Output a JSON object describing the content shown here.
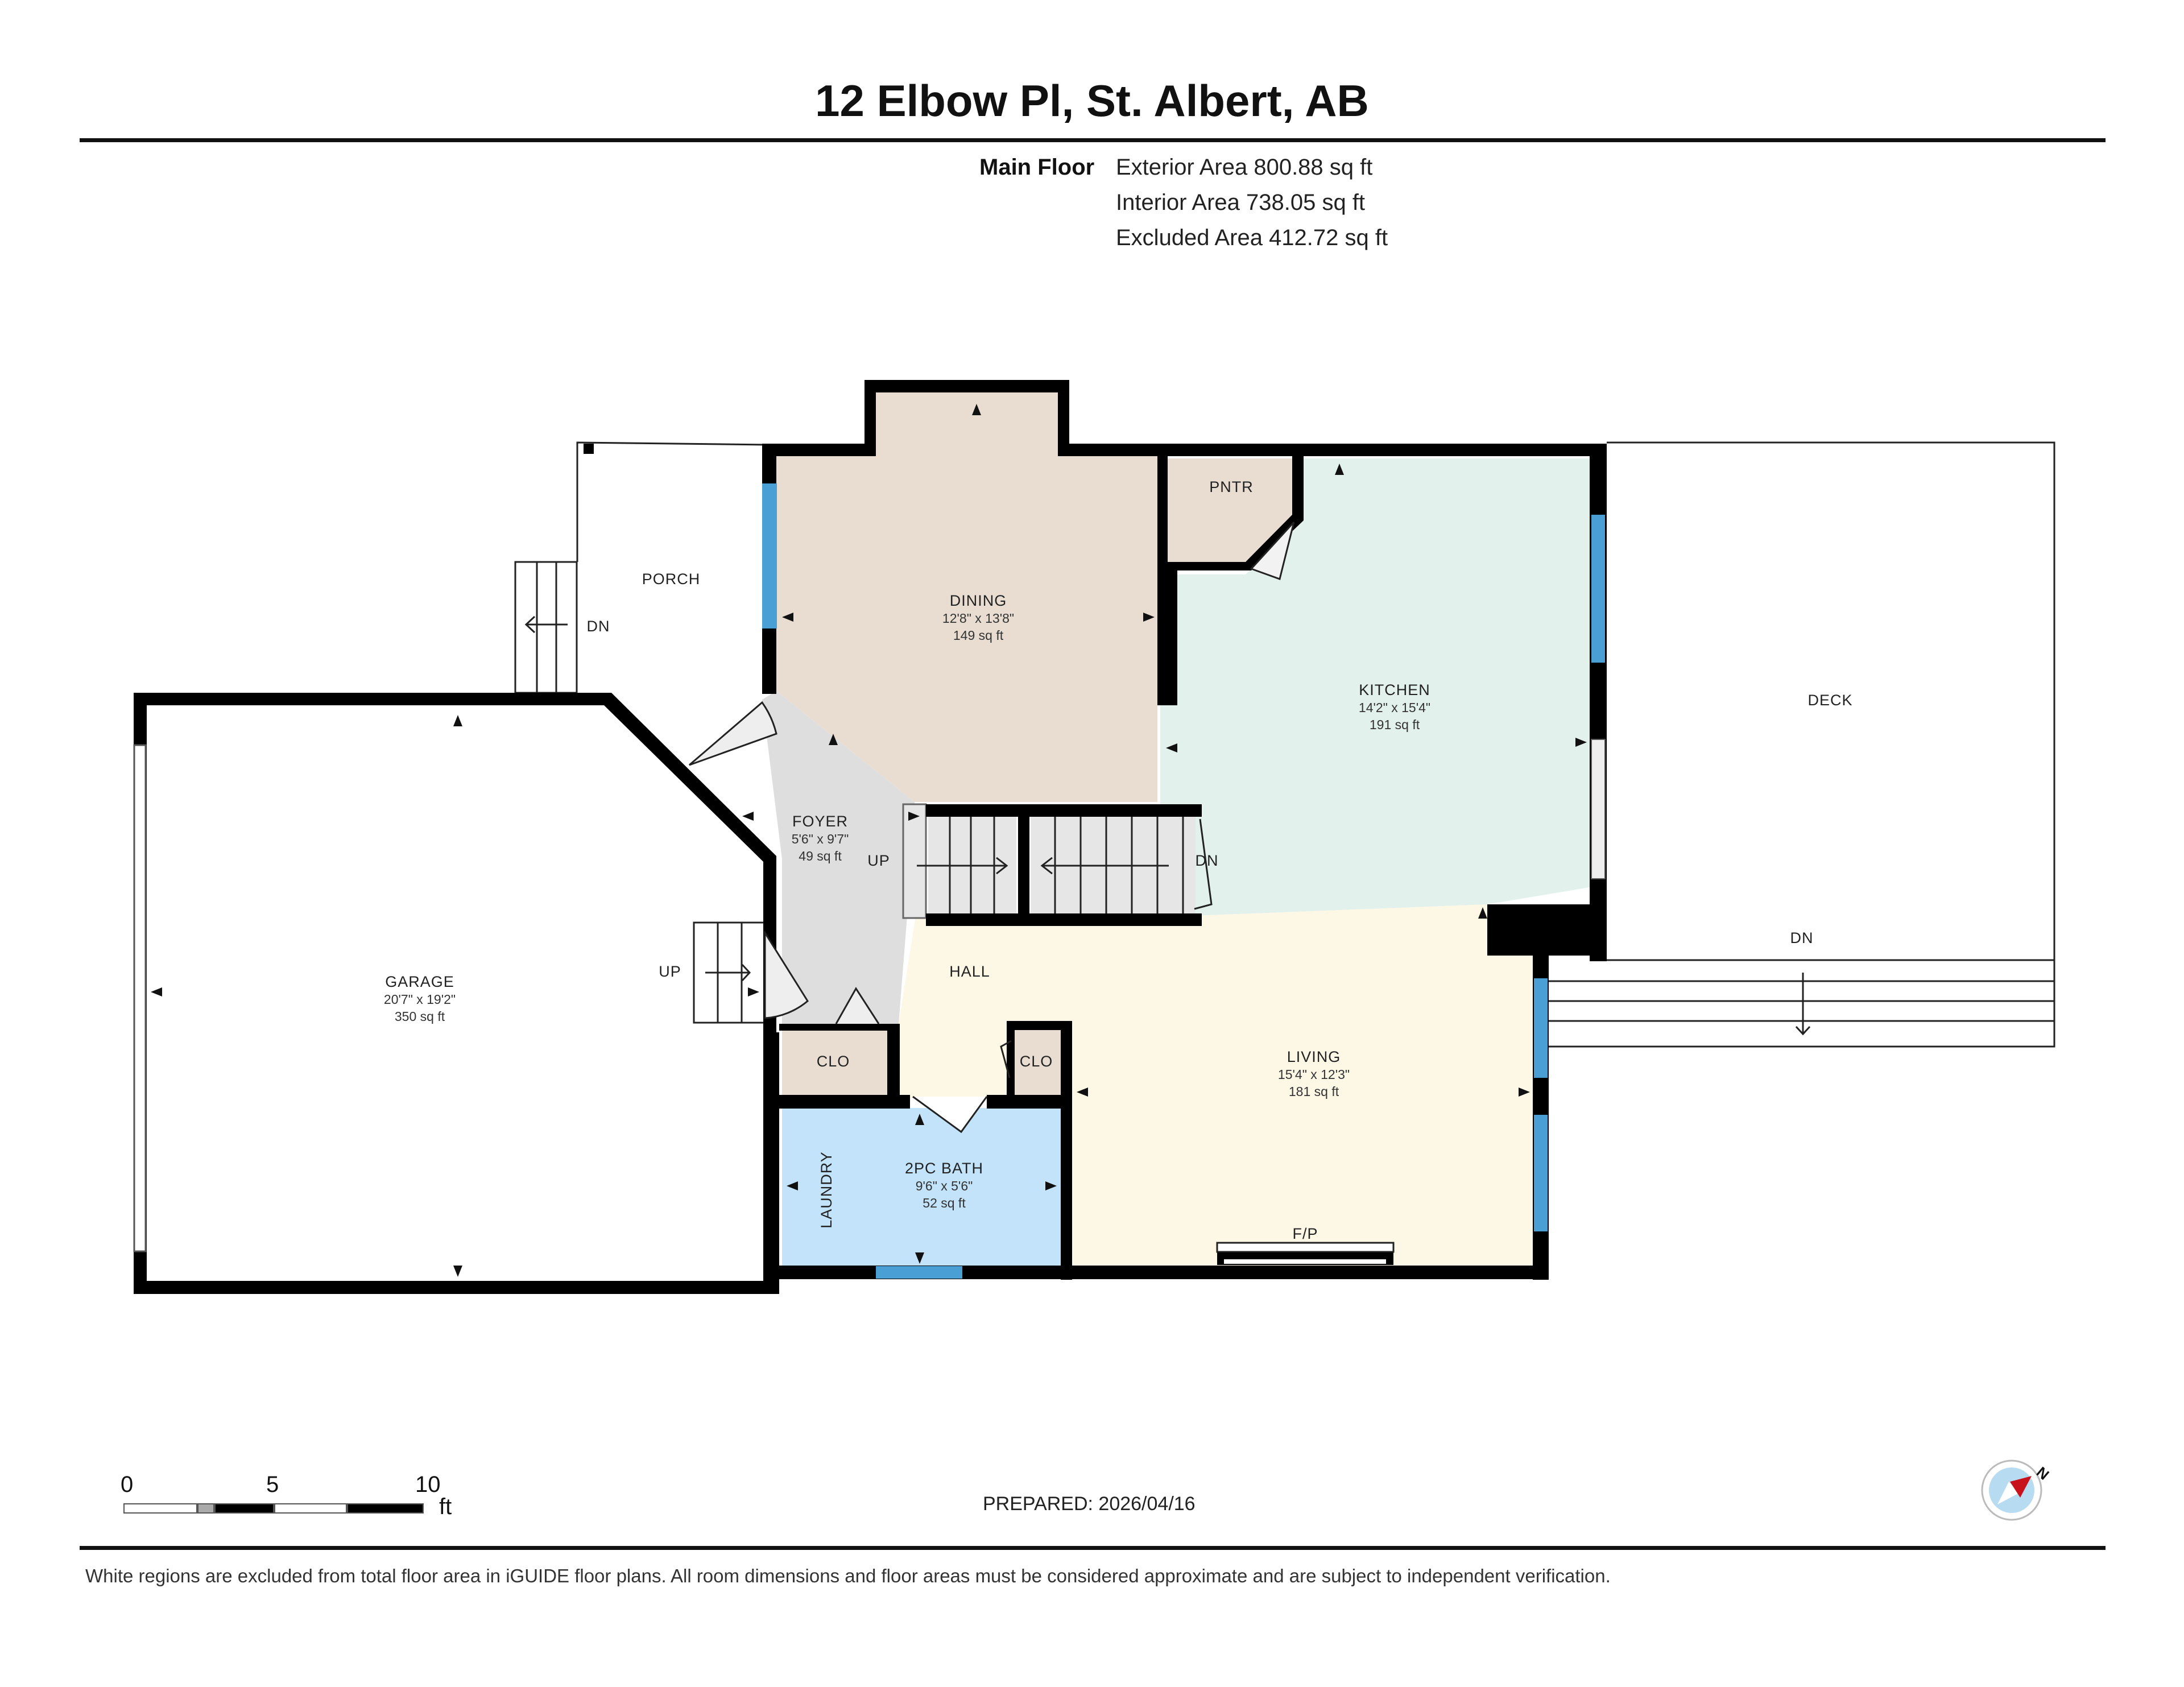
{
  "header": {
    "title": "12 Elbow Pl, St. Albert, AB"
  },
  "summary": {
    "floor_label": "Main Floor",
    "areas": [
      {
        "label": "Exterior Area",
        "value": "800.88",
        "unit": "sq ft",
        "text": "Exterior Area 800.88 sq ft"
      },
      {
        "label": "Interior Area",
        "value": "738.05",
        "unit": "sq ft",
        "text": "Interior Area 738.05 sq ft"
      },
      {
        "label": "Excluded Area",
        "value": "412.72",
        "unit": "sq ft",
        "text": "Excluded Area 412.72 sq ft"
      }
    ]
  },
  "rooms": {
    "porch": {
      "name": "PORCH"
    },
    "dining": {
      "name": "DINING",
      "dims": "12'8\" x 13'8\"",
      "area": "149 sq ft"
    },
    "pantry": {
      "name": "PNTR"
    },
    "kitchen": {
      "name": "KITCHEN",
      "dims": "14'2\" x 15'4\"",
      "area": "191 sq ft"
    },
    "deck": {
      "name": "DECK"
    },
    "foyer": {
      "name": "FOYER",
      "dims": "5'6\" x 9'7\"",
      "area": "49 sq ft"
    },
    "garage": {
      "name": "GARAGE",
      "dims": "20'7\" x 19'2\"",
      "area": "350 sq ft"
    },
    "hall": {
      "name": "HALL"
    },
    "closet1": {
      "name": "CLO"
    },
    "closet2": {
      "name": "CLO"
    },
    "bath": {
      "name": "2PC BATH",
      "dims": "9'6\" x 5'6\"",
      "area": "52 sq ft"
    },
    "laundry": {
      "name": "LAUNDRY"
    },
    "living": {
      "name": "LIVING",
      "dims": "15'4\" x 12'3\"",
      "area": "181 sq ft"
    },
    "fireplace": {
      "name": "F/P"
    }
  },
  "stairs": {
    "porch_stairs": "DN",
    "garage_stairs": "UP",
    "main_up": "UP",
    "main_down": "DN",
    "deck_stairs": "DN"
  },
  "colors": {
    "dining": "#e8ddd0",
    "pantry": "#e8ddd0",
    "closet": "#e8ddd0",
    "kitchen": "#e3f1ec",
    "foyer": "#dedede",
    "living": "#fdf7e6",
    "bath": "#c2e3fa",
    "wall": "#000000",
    "window": "#4a9fd4"
  },
  "scale": {
    "ticks": [
      "0",
      "5",
      "10"
    ],
    "unit": "ft"
  },
  "footer": {
    "prepared": "PREPARED: 2026/04/16",
    "disclaimer": "White regions are excluded from total floor area in iGUIDE floor plans. All room dimensions and floor areas must be considered approximate and are subject to independent verification."
  },
  "compass": {
    "label": "N"
  }
}
